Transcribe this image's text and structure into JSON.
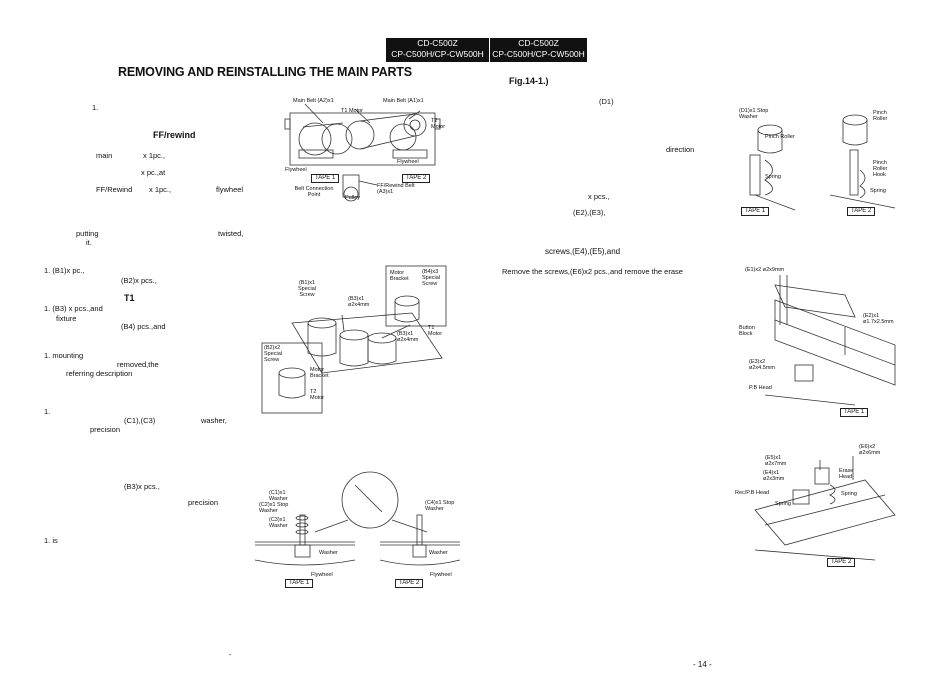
{
  "header": {
    "model_left_1": "CD-C500Z",
    "model_left_2": "CP-C500H/CP-CW500H",
    "model_right_1": "CD-C500Z",
    "model_right_2": "CP-C500H/CP-CW500H",
    "title": "REMOVING AND REINSTALLING THE MAIN PARTS",
    "fig_ref": "Fig.14-1.)"
  },
  "left_text": {
    "n1": "1.",
    "ff_rewind": "FF/rewind",
    "main": "main",
    "x1pc": "x 1pc.,",
    "x_pc_at": "x   pc.,at",
    "ff_rewind2": "FF/Rewind",
    "x1pc2": "x 1pc.,",
    "flywheel": "flywheel",
    "putting": "putting",
    "it": "it.",
    "twisted": "twisted,",
    "b1": "1.                    (B1)x   pc.,",
    "b2": "(B2)x   pcs.,",
    "t1": "T1",
    "b3": "1.                     (B3) x   pcs.,and",
    "fixture": "fixture",
    "b4": "(B4)    pcs.,and",
    "mounting": "1.      mounting",
    "removed": "removed,the",
    "referring": "referring         description",
    "c1": "1.",
    "c1c3": "(C1),(C3)",
    "washer": "washer,",
    "precision": "precision",
    "b3b": "(B3)x   pcs.,",
    "precision2": "precision",
    "is": "1.                        is"
  },
  "right_text": {
    "d1": "(D1)",
    "direction": "direction",
    "x_pcs": "x   pcs.,",
    "e2e3": "(E2),(E3),",
    "screws": "screws,(E4),(E5),and",
    "remove_screws": "Remove the screws,(E6)x2 pcs.,and remove the erase"
  },
  "figures": {
    "fig1": {
      "main_belt_a2": "Main Belt (A2)x1",
      "main_belt_a1": "Main Belt (A1)x1",
      "t1_motor": "T1 Motor",
      "t2_motor": "T2 Motor",
      "flywheel": "Flywheel",
      "flywheel2": "Flywheel",
      "tape1": "TAPE 1",
      "tape2": "TAPE 2",
      "belt_connection": "Belt Connection Point",
      "pulley": "Pulley",
      "ff_belt": "FF/Rewind Belt (A3)x1"
    },
    "fig2": {
      "b1": "(B1)x1 Special Screw",
      "b3": "(B3)x1 ø2x4mm",
      "b4": "(B4)x3 Special Screw",
      "motor_bracket": "Motor Bracket",
      "b3b": "(B3)x1 ø2x4mm",
      "t1_motor": "T1 Motor",
      "b2": "(B2)x2 Special Screw",
      "motor_bracket2": "Motor Bracket",
      "t2_motor": "T2 Motor"
    },
    "fig3": {
      "c1": "(C1)x1 Washer",
      "c2": "(C2)x1 Stop Washer",
      "c3": "(C3)x1 Washer",
      "c4": "(C4)x1 Stop Washer",
      "washer_l": "Washer",
      "washer_r": "Washer",
      "flywheel_l": "Flywheel",
      "flywheel_r": "Flywheel",
      "tape1": "TAPE 1",
      "tape2": "TAPE 2"
    },
    "fig4": {
      "d1": "(D1)x1 Stop Washer",
      "pinch_roller": "Pinch Roller",
      "spring": "Spring",
      "pinch_roller2": "Pinch Roller",
      "pinch_roller_hook": "Pinch Roller Hook",
      "spring2": "Spring",
      "tape1": "TAPE 1",
      "tape2": "TAPE 2"
    },
    "fig5": {
      "e1": "(E1)x2 ø2x9mm",
      "e2": "(E2)x1 ø1.7x2.5mm",
      "button_block": "Button Block",
      "e3": "(E3)x2 ø2x4.5mm",
      "pb_head": "P.B Head",
      "tape1": "TAPE 1"
    },
    "fig6": {
      "e6": "(E6)x2 ø2x6mm",
      "e5": "(E5)x1 ø2x7mm",
      "e4": "(E4)x1 ø2x3mm",
      "erase_head": "Erase Head",
      "rec_pb_head": "Rec/P.B Head",
      "spring": "Spring",
      "spring2": "Spring",
      "tape2": "TAPE 2"
    }
  },
  "footer": {
    "page": "- 14 -",
    "dash": "-"
  }
}
